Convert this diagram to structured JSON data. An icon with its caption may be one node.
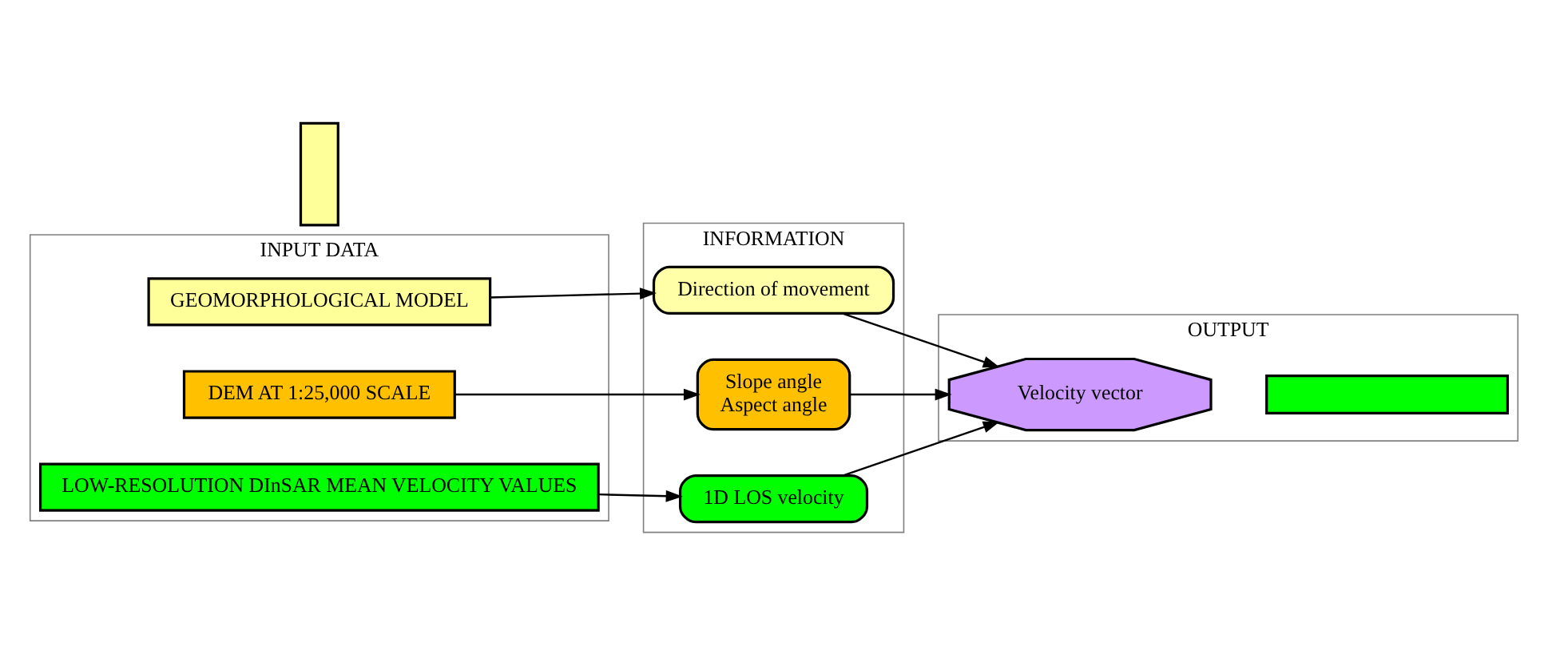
{
  "diagram": {
    "nodes": [
      {
        "text": [
          "INPUT DATA"
        ]
      },
      {
        "text": [
          "GEOMORPHOLOGICAL MODEL"
        ],
        "in": 0
      },
      {
        "text": [
          "DEM AT 1:25,000 SCALE"
        ],
        "in": 0
      },
      {
        "text": [
          "LOW-RESOLUTION DInSAR MEAN VELOCITY VALUES"
        ],
        "in": 0
      },
      {
        "text": [
          "INFORMATION"
        ]
      },
      {
        "text": [
          "Direction of movement"
        ],
        "in": 4
      },
      {
        "text": [
          "Slope angle",
          "Aspect angle"
        ],
        "in": 4
      },
      {
        "text": [
          "1D LOS velocity"
        ],
        "in": 4
      },
      {
        "text": [
          "OUTPUT"
        ]
      },
      {
        "text": [
          "Velocity vector"
        ],
        "in": 8
      },
      {
        "text": [],
        "shape": "bar",
        "in": 8
      },
      {
        "text": [],
        "shape": "box"
      }
    ],
    "edges": [
      {
        "from": 1,
        "to": 5,
        "arrow": "to"
      },
      {
        "from": 2,
        "to": 6,
        "arrow": "to"
      },
      {
        "from": 3,
        "to": 7,
        "arrow": "to"
      },
      {
        "from": 5,
        "to": 9,
        "arrow": "to"
      },
      {
        "from": 6,
        "to": 9,
        "arrow": "to"
      },
      {
        "from": 7,
        "to": 9,
        "arrow": "to"
      }
    ]
  }
}
